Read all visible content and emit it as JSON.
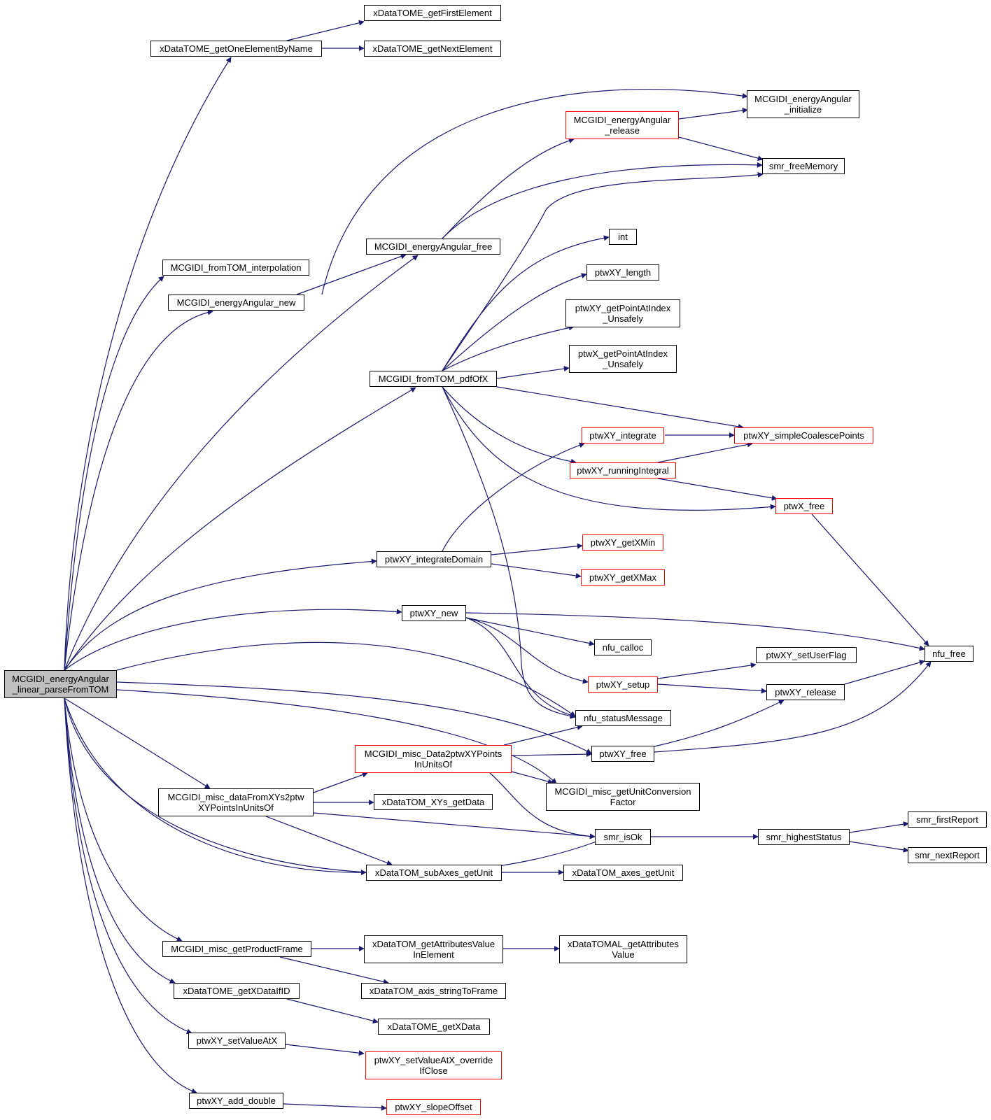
{
  "colors": {
    "edge": "#191970",
    "node_border": "#000000",
    "node_border_truncated": "#ff0000",
    "root_fill": "#bfbfbf"
  },
  "nodes": {
    "root": {
      "lines": [
        "MCGIDI_energyAngular",
        "_linear_parseFromTOM"
      ]
    },
    "getOneElementByName": {
      "lines": [
        "xDataTOME_getOneElementByName"
      ]
    },
    "getFirstElement": {
      "lines": [
        "xDataTOME_getFirstElement"
      ]
    },
    "getNextElement": {
      "lines": [
        "xDataTOME_getNextElement"
      ]
    },
    "eaInitialize": {
      "lines": [
        "MCGIDI_energyAngular",
        "_initialize"
      ]
    },
    "eaRelease": {
      "lines": [
        "MCGIDI_energyAngular",
        "_release"
      ]
    },
    "freeMemory": {
      "lines": [
        "smr_freeMemory"
      ]
    },
    "interp": {
      "lines": [
        "MCGIDI_fromTOM_interpolation"
      ]
    },
    "eaFree": {
      "lines": [
        "MCGIDI_energyAngular_free"
      ]
    },
    "eaNew": {
      "lines": [
        "MCGIDI_energyAngular_new"
      ]
    },
    "int": {
      "lines": [
        "int"
      ]
    },
    "xyLength": {
      "lines": [
        "ptwXY_length"
      ]
    },
    "xyGetPoint": {
      "lines": [
        "ptwXY_getPointAtIndex",
        "_Unsafely"
      ]
    },
    "xGetPoint": {
      "lines": [
        "ptwX_getPointAtIndex",
        "_Unsafely"
      ]
    },
    "pdfOfX": {
      "lines": [
        "MCGIDI_fromTOM_pdfOfX"
      ]
    },
    "xyIntegrate": {
      "lines": [
        "ptwXY_integrate"
      ]
    },
    "coalesce": {
      "lines": [
        "ptwXY_simpleCoalescePoints"
      ]
    },
    "runningIntegral": {
      "lines": [
        "ptwXY_runningIntegral"
      ]
    },
    "xFree": {
      "lines": [
        "ptwX_free"
      ]
    },
    "integrateDomain": {
      "lines": [
        "ptwXY_integrateDomain"
      ]
    },
    "getXMin": {
      "lines": [
        "ptwXY_getXMin"
      ]
    },
    "getXMax": {
      "lines": [
        "ptwXY_getXMax"
      ]
    },
    "xyNew": {
      "lines": [
        "ptwXY_new"
      ]
    },
    "calloc": {
      "lines": [
        "nfu_calloc"
      ]
    },
    "nfuFree": {
      "lines": [
        "nfu_free"
      ]
    },
    "setUserFlag": {
      "lines": [
        "ptwXY_setUserFlag"
      ]
    },
    "setup": {
      "lines": [
        "ptwXY_setup"
      ]
    },
    "xyRelease": {
      "lines": [
        "ptwXY_release"
      ]
    },
    "statusMsg": {
      "lines": [
        "nfu_statusMessage"
      ]
    },
    "data2ptw": {
      "lines": [
        "MCGIDI_misc_Data2ptwXYPoints",
        "InUnitsOf"
      ]
    },
    "xyFree": {
      "lines": [
        "ptwXY_free"
      ]
    },
    "unitConv": {
      "lines": [
        "MCGIDI_misc_getUnitConversion",
        "Factor"
      ]
    },
    "dataFromXYs": {
      "lines": [
        "MCGIDI_misc_dataFromXYs2ptw",
        "XYPointsInUnitsOf"
      ]
    },
    "xysGetData": {
      "lines": [
        "xDataTOM_XYs_getData"
      ]
    },
    "smrIsOk": {
      "lines": [
        "smr_isOk"
      ]
    },
    "highestStatus": {
      "lines": [
        "smr_highestStatus"
      ]
    },
    "firstReport": {
      "lines": [
        "smr_firstReport"
      ]
    },
    "nextReport": {
      "lines": [
        "smr_nextReport"
      ]
    },
    "subAxesGetUnit": {
      "lines": [
        "xDataTOM_subAxes_getUnit"
      ]
    },
    "axesGetUnit": {
      "lines": [
        "xDataTOM_axes_getUnit"
      ]
    },
    "productFrame": {
      "lines": [
        "MCGIDI_misc_getProductFrame"
      ]
    },
    "attrValueInEl": {
      "lines": [
        "xDataTOM_getAttributesValue",
        "InElement"
      ]
    },
    "alAttrValue": {
      "lines": [
        "xDataTOMAL_getAttributes",
        "Value"
      ]
    },
    "axisStringToFrame": {
      "lines": [
        "xDataTOM_axis_stringToFrame"
      ]
    },
    "getXDataIfID": {
      "lines": [
        "xDataTOME_getXDataIfID"
      ]
    },
    "getXData": {
      "lines": [
        "xDataTOME_getXData"
      ]
    },
    "setValueAtX": {
      "lines": [
        "ptwXY_setValueAtX"
      ]
    },
    "setValueOverride": {
      "lines": [
        "ptwXY_setValueAtX_override",
        "IfClose"
      ]
    },
    "addDouble": {
      "lines": [
        "ptwXY_add_double"
      ]
    },
    "slopeOffset": {
      "lines": [
        "ptwXY_slopeOffset"
      ]
    }
  }
}
